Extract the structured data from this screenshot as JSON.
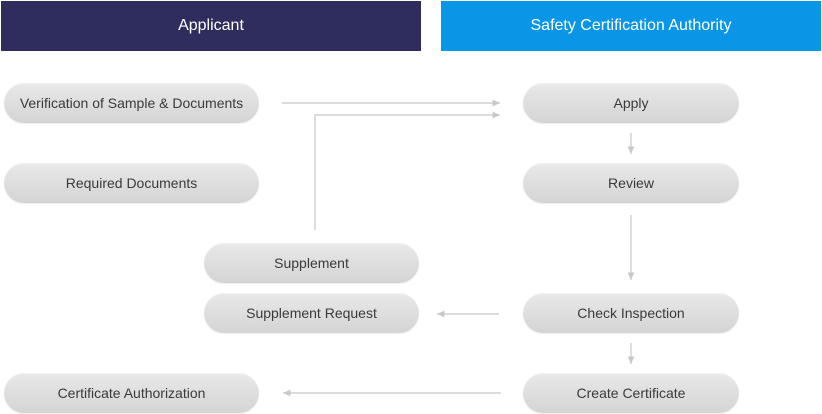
{
  "headers": {
    "applicant": "Applicant",
    "authority": "Safety Certification Authority"
  },
  "colors": {
    "applicant_header": "#2f2c5e",
    "authority_header": "#0a96e6",
    "node_fill": "#dddddd",
    "connector": "#c8c8c8"
  },
  "applicant_nodes": {
    "verification": "Verification of Sample & Documents",
    "required_documents": "Required Documents",
    "supplement": "Supplement",
    "supplement_request": "Supplement Request",
    "certificate_authorization": "Certificate Authorization"
  },
  "authority_nodes": {
    "apply": "Apply",
    "review": "Review",
    "check_inspection": "Check Inspection",
    "create_certificate": "Create Certificate"
  }
}
